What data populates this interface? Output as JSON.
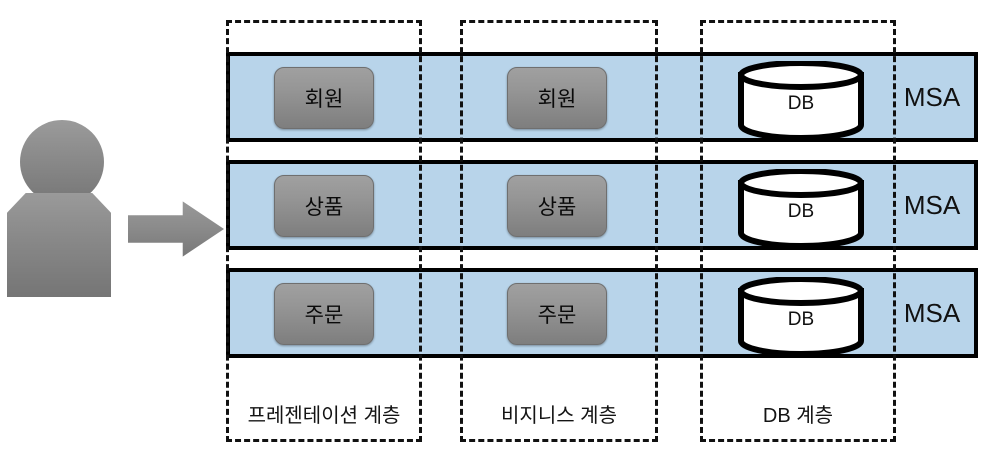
{
  "diagram": {
    "actor": {
      "head_icon": "person-head-icon",
      "body_icon": "person-body-icon"
    },
    "arrow": {
      "icon": "right-arrow-icon"
    },
    "rows": [
      {
        "presentation_label": "회원",
        "business_label": "회원",
        "db_label": "DB",
        "msa_label": "MSA"
      },
      {
        "presentation_label": "상품",
        "business_label": "상품",
        "db_label": "DB",
        "msa_label": "MSA"
      },
      {
        "presentation_label": "주문",
        "business_label": "주문",
        "db_label": "DB",
        "msa_label": "MSA"
      }
    ],
    "layers": [
      {
        "caption": "프레젠테이션 계층"
      },
      {
        "caption": "비지니스 계층"
      },
      {
        "caption": "DB 계층"
      }
    ],
    "colors": {
      "row_fill": "#b8d4ea",
      "row_border": "#000000",
      "chip_fill": "#969696",
      "actor_fill": "#8a8a8a",
      "dashed_border": "#111111",
      "db_fill": "#ffffff"
    }
  }
}
